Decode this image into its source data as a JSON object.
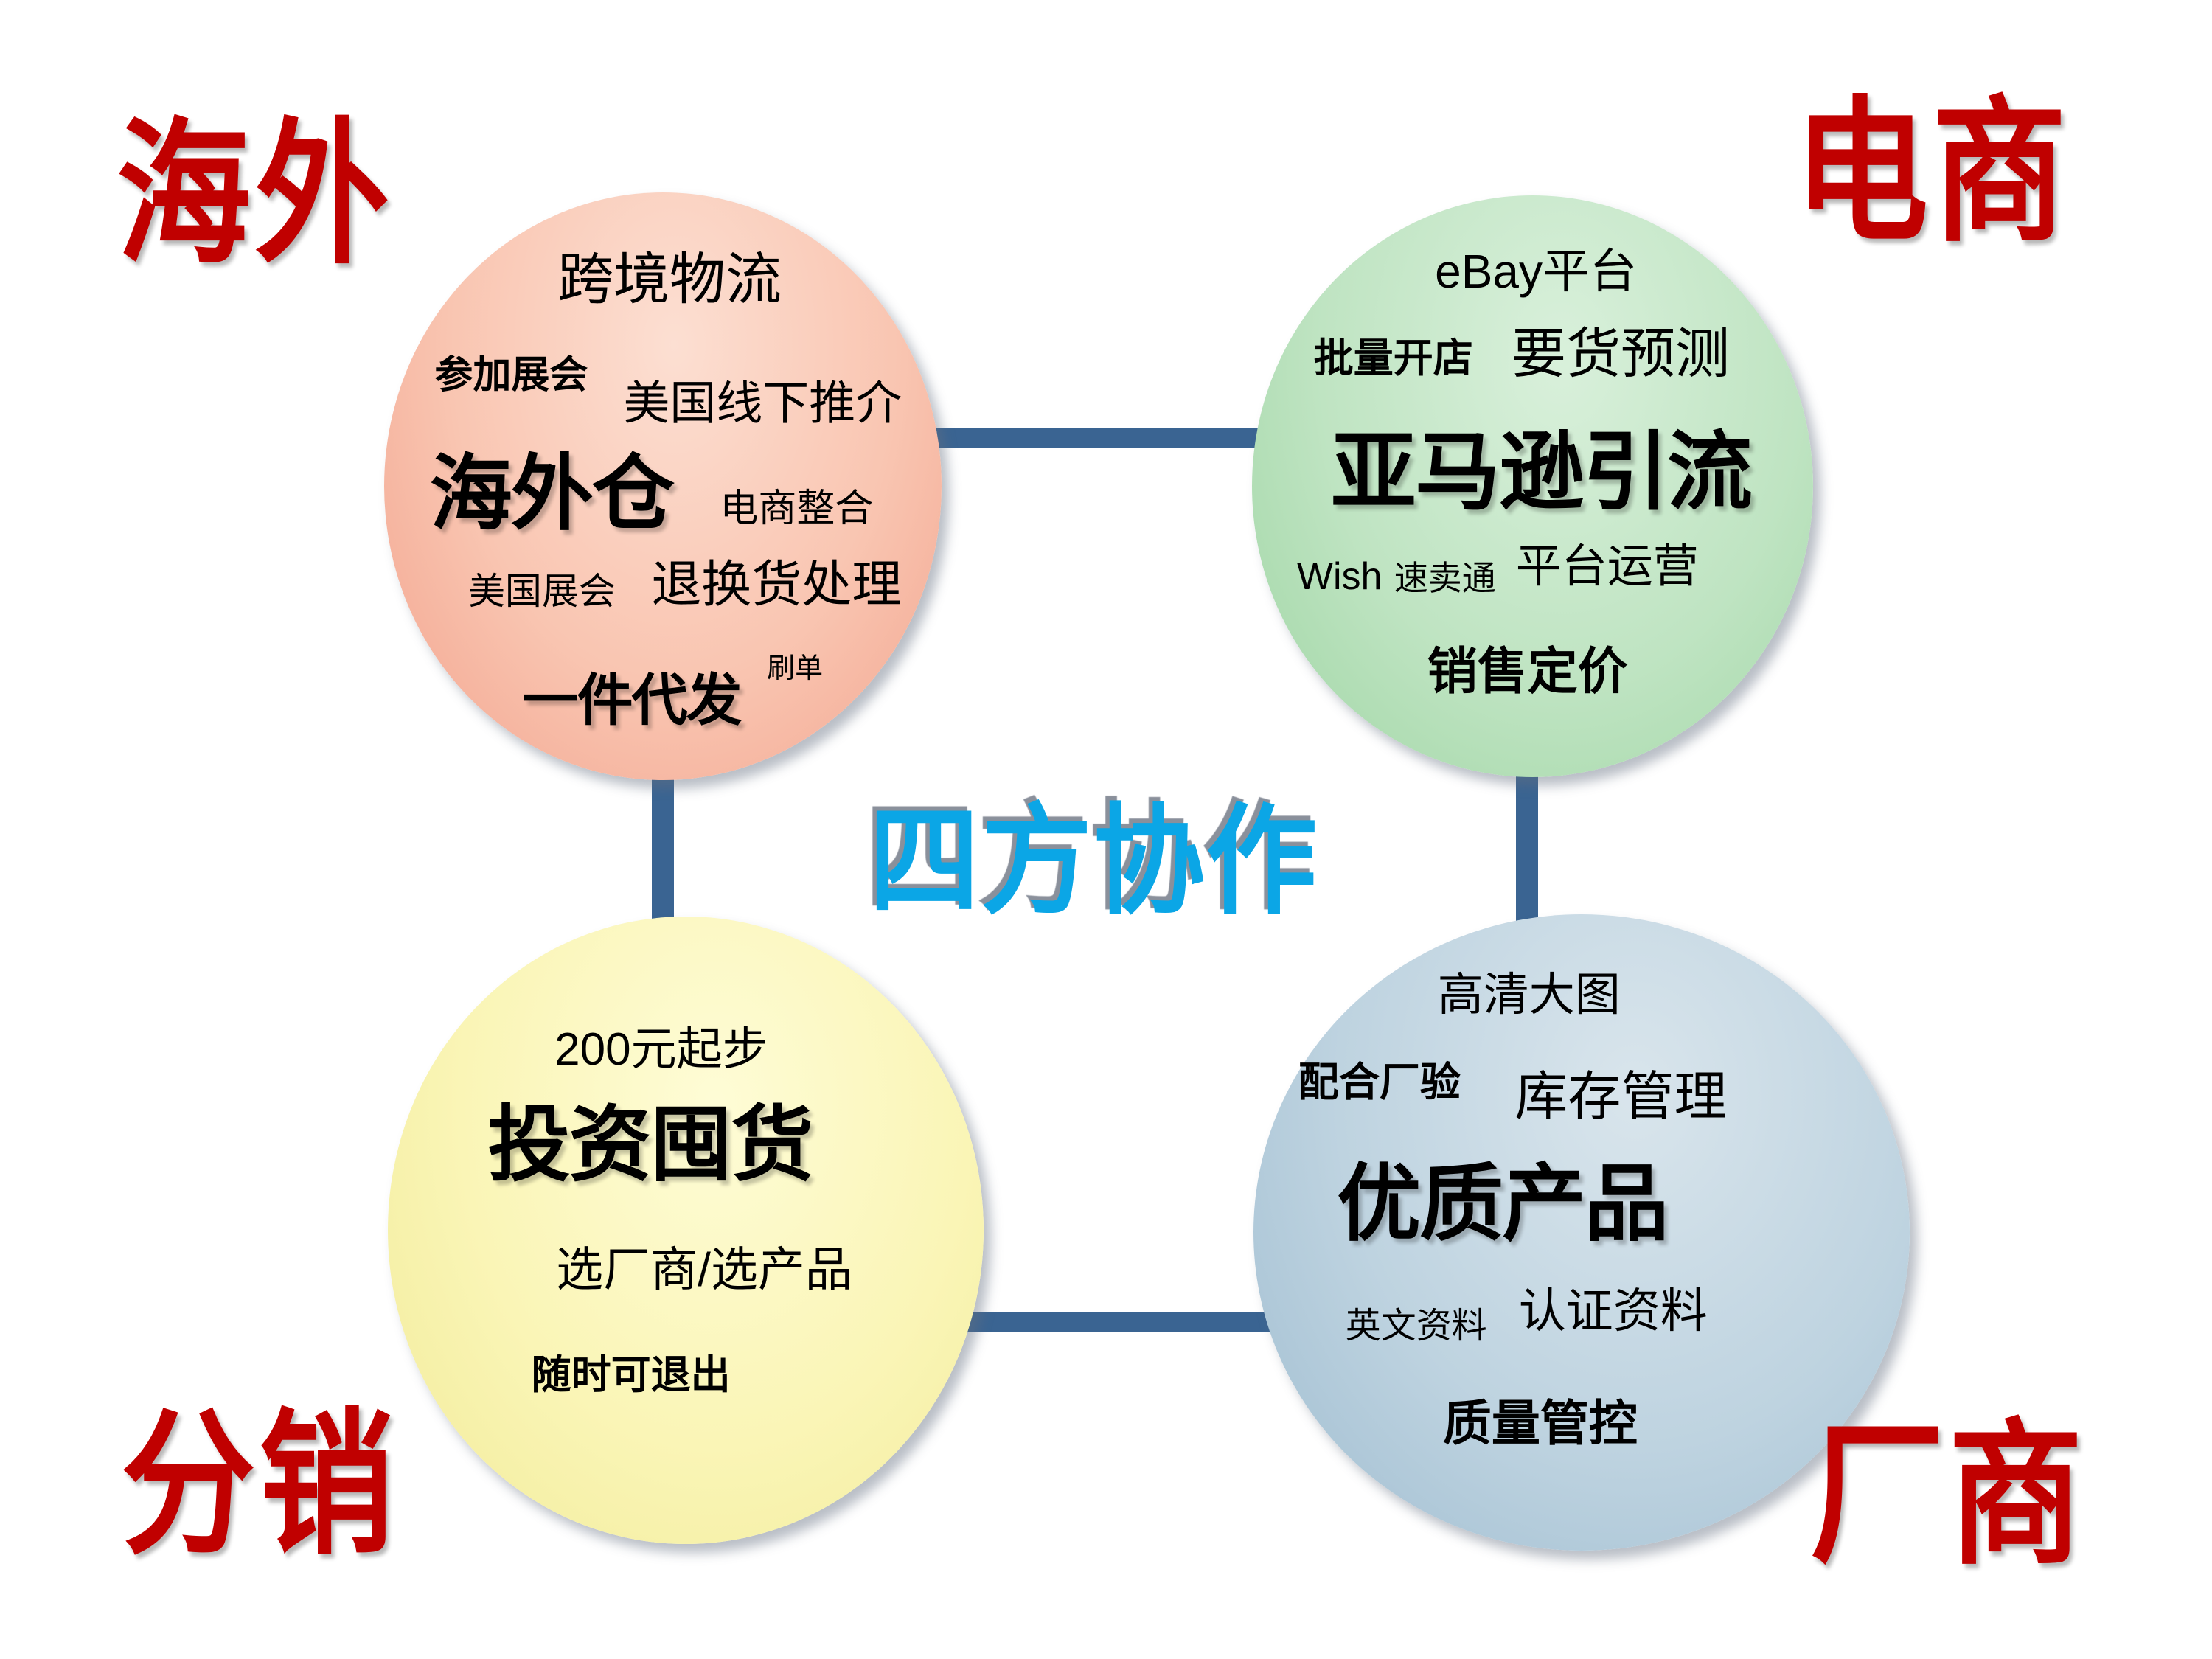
{
  "slide": {
    "background": "#FFFFFF",
    "accent_red": "#C00000",
    "title_blue": "#0BA6E6",
    "connector_color": "#3A6492"
  },
  "title": {
    "text": "四方协作"
  },
  "corner_labels": {
    "top_left": {
      "text": "海外"
    },
    "top_right": {
      "text": "电商"
    },
    "bottom_left": {
      "text": "分销"
    },
    "bottom_right": {
      "text": "厂商"
    }
  },
  "circles": [
    {
      "id": "overseas",
      "fill_light": "#FCDFD2",
      "fill_edge": "#F2A28C",
      "words": [
        {
          "text": "跨境物流"
        },
        {
          "text": "参加展会"
        },
        {
          "text": "美国线下推介"
        },
        {
          "text": "海外仓"
        },
        {
          "text": "电商整合"
        },
        {
          "text": "美国展会"
        },
        {
          "text": "退换货处理"
        },
        {
          "text": "刷单"
        },
        {
          "text": "一件代发"
        }
      ]
    },
    {
      "id": "ecommerce",
      "fill_light": "#D9F0DB",
      "fill_edge": "#9ED5A3",
      "words": [
        {
          "text": "eBay平台"
        },
        {
          "text": "批量开店"
        },
        {
          "text": "要货预测"
        },
        {
          "text": "亚马逊引流"
        },
        {
          "text": "Wish"
        },
        {
          "text": "速卖通"
        },
        {
          "text": "平台运营"
        },
        {
          "text": "销售定价"
        }
      ]
    },
    {
      "id": "distribution",
      "fill_light": "#FEFCD6",
      "fill_edge": "#F1EB98",
      "words": [
        {
          "text": "200元起步"
        },
        {
          "text": "投资囤货"
        },
        {
          "text": "选厂商/选产品"
        },
        {
          "text": "随时可退出"
        }
      ]
    },
    {
      "id": "manufacturer",
      "fill_light": "#D9E5EC",
      "fill_edge": "#9EBCD0",
      "words": [
        {
          "text": "高清大图"
        },
        {
          "text": "配合厂验"
        },
        {
          "text": "库存管理"
        },
        {
          "text": "优质产品"
        },
        {
          "text": "英文资料"
        },
        {
          "text": "认证资料"
        },
        {
          "text": "质量管控"
        }
      ]
    }
  ]
}
